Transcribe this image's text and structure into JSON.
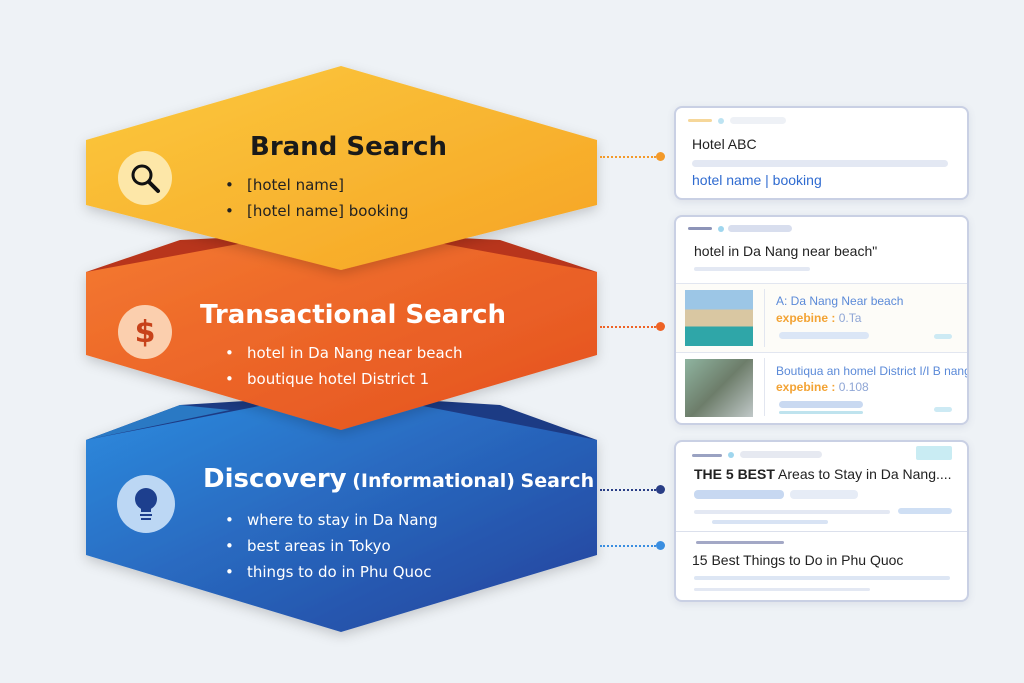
{
  "colors": {
    "brand": "#f9b52a",
    "transactional": "#ee6326",
    "discovery": "#2f62c4",
    "background": "#eef2f6"
  },
  "tiers": [
    {
      "title": "Brand Search",
      "icon": "search-icon",
      "items": [
        "[hotel name]",
        "[hotel name] booking"
      ]
    },
    {
      "title": "Transactional Search",
      "icon": "dollar-icon",
      "items": [
        "hotel in Da Nang near beach",
        "boutique hotel District 1"
      ]
    },
    {
      "title_main": "Discovery",
      "title_paren": "(Informational)",
      "title_end": "Search",
      "icon": "lightbulb-icon",
      "items": [
        "where to stay in Da Nang",
        "best areas in Tokyo",
        "things to do in Phu Quoc"
      ]
    }
  ],
  "cards": {
    "brand": {
      "title": "Hotel ABC",
      "link": "hotel name | booking"
    },
    "transactional": {
      "query": "hotel in Da Nang near beach\"",
      "results": [
        {
          "title": "A: Da Nang Near beach",
          "source": "expebine :",
          "value": "0.Ta"
        },
        {
          "title": "Boutiqua an homel District I/I B nang",
          "source": "expebine :",
          "value": "0.108"
        }
      ]
    },
    "discovery": {
      "result1_bold": "THE 5 BEST",
      "result1_rest": "Areas to Stay in Da Nang....",
      "result2": "15 Best Things to Do in Phu Quoc"
    }
  }
}
